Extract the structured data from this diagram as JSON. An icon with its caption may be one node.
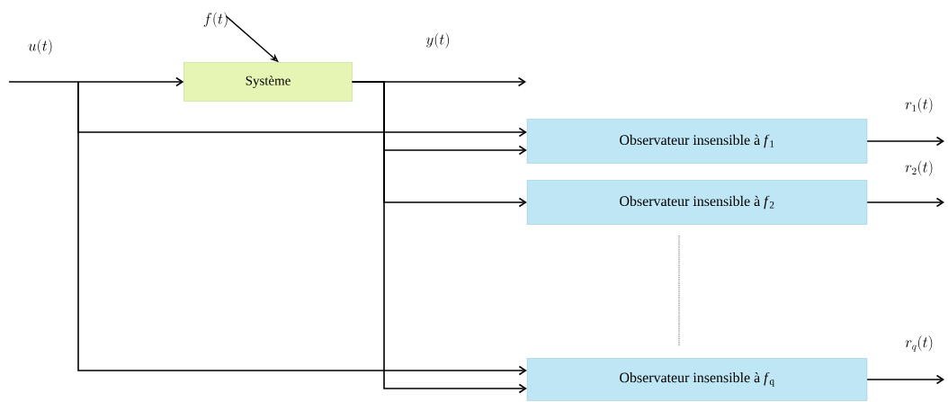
{
  "diagram": {
    "nodes": [
      {
        "text": [
          "f(t)"
        ]
      },
      {
        "text": [
          "Système"
        ]
      },
      {
        "text": [
          "Observateur insensible à *f*$_{1}$"
        ]
      },
      {
        "text": [
          "Observateur insensible à *f*$_{2}$"
        ]
      },
      {
        "text": [
          "Observateur insensible à *f*$_{q}$"
        ]
      }
    ],
    "edges": [
      {
        "from": null,
        "to": 1,
        "arrow": "to",
        "label": "u(t)"
      },
      {
        "from": null,
        "to": 2,
        "arrow": "to"
      },
      {
        "from": null,
        "to": 4,
        "arrow": "to"
      },
      {
        "from": 0,
        "to": 1,
        "arrow": "to"
      },
      {
        "from": 1,
        "to": null,
        "arrow": "to",
        "label": "y(t)"
      },
      {
        "from": 1,
        "to": 2,
        "arrow": "to"
      },
      {
        "from": 1,
        "to": 3,
        "arrow": "to"
      },
      {
        "from": 1,
        "to": 4,
        "arrow": "to"
      },
      {
        "from": 2,
        "to": null,
        "arrow": "to",
        "label": "r_1(t)"
      },
      {
        "from": 3,
        "to": null,
        "arrow": "to",
        "label": "r_2(t)"
      },
      {
        "from": 4,
        "to": null,
        "arrow": "to",
        "label": "r_q(t)"
      }
    ]
  }
}
